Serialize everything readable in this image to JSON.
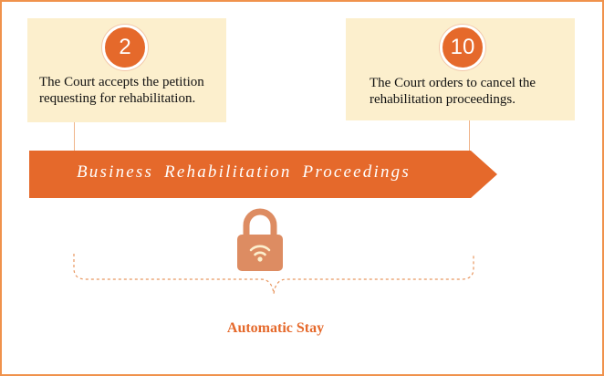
{
  "steps": [
    {
      "number": "2",
      "text": "The Court accepts the petition requesting for rehabilitation."
    },
    {
      "number": "10",
      "text": "The Court orders to cancel the rehabilitation proceedings."
    }
  ],
  "timeline": {
    "label": "Business  Rehabilitation  Proceedings"
  },
  "lock": {
    "icon": "padlock-icon"
  },
  "automatic_stay": {
    "label": "Automatic Stay"
  },
  "colors": {
    "accent": "#e5692b",
    "card_background": "#fcefcd",
    "lock": "#dd8c62",
    "border": "#f0924c"
  }
}
